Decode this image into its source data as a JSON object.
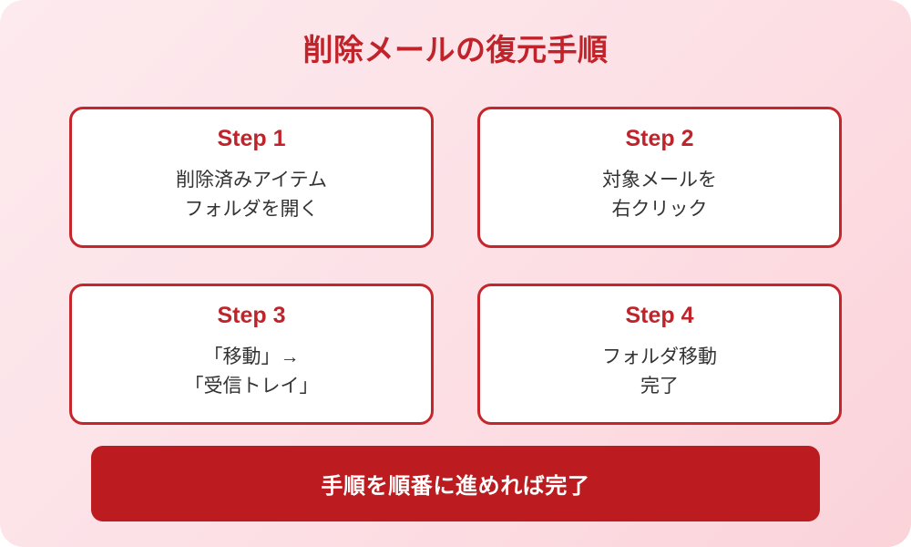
{
  "theme": {
    "accent_red": "#c0232a",
    "border_red": "#c4262c",
    "banner_red": "#bc1b1f",
    "background_start": "#fdeaee",
    "background_end": "#fbd3da",
    "card_background": "#ffffff",
    "body_text": "#333333"
  },
  "header": {
    "title": "削除メールの復元手順"
  },
  "steps": [
    {
      "step_label": "Step 1",
      "body": "削除済みアイテム\nフォルダを開く"
    },
    {
      "step_label": "Step 2",
      "body": "対象メールを\n右クリック"
    },
    {
      "step_label": "Step 3",
      "body": "「移動」→\n「受信トレイ」"
    },
    {
      "step_label": "Step 4",
      "body": "フォルダ移動\n完了"
    }
  ],
  "banner": {
    "text": "手順を順番に進めれば完了"
  }
}
